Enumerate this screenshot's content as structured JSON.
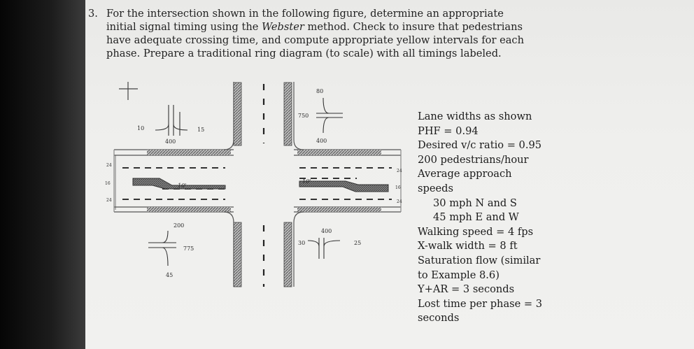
{
  "problem": {
    "number": "3.",
    "lines": [
      "For the intersection shown in the following figure, determine an appropriate",
      "initial signal timing using the ",
      "have adequate crossing time, and compute appropriate yellow intervals for each",
      "phase.  Prepare a traditional ring diagram (to scale) with all timings labeled."
    ],
    "line2_italic": "Webster",
    "line2_rest": " method.  Check to insure that pedestrians"
  },
  "figure": {
    "nw_volumes": {
      "left": "10",
      "right": "15",
      "through": "400"
    },
    "ne_volumes": {
      "top": "80",
      "left": "750",
      "bottom": "400"
    },
    "sw_volumes": {
      "top": "200",
      "right": "775",
      "bottom": "45"
    },
    "se_volumes": {
      "top": "400",
      "left": "30",
      "right": "25"
    },
    "lane_widths_west": [
      "24",
      "16",
      "24"
    ],
    "lane_widths_east": [
      "24",
      "16",
      "24"
    ],
    "median_label_west": "10'",
    "median_label_east": "10'"
  },
  "given": {
    "lane_widths": "Lane widths as shown",
    "phf": "PHF = 0.94",
    "vc_ratio": "Desired v/c ratio = 0.95",
    "pedestrians": "200 pedestrians/hour",
    "avg_speeds_1": "Average approach",
    "avg_speeds_2": "speeds",
    "speed_ns": "30 mph N and S",
    "speed_ew": "45 mph E and W",
    "walking_speed": "Walking speed = 4 fps",
    "xwalk_width": "X-walk width = 8 ft",
    "sat_flow_1": "Saturation flow (similar",
    "sat_flow_2": "to Example 8.6)",
    "y_ar": "Y+AR = 3 seconds",
    "lost_time_1": "Lost time per phase = 3",
    "lost_time_2": "seconds"
  }
}
